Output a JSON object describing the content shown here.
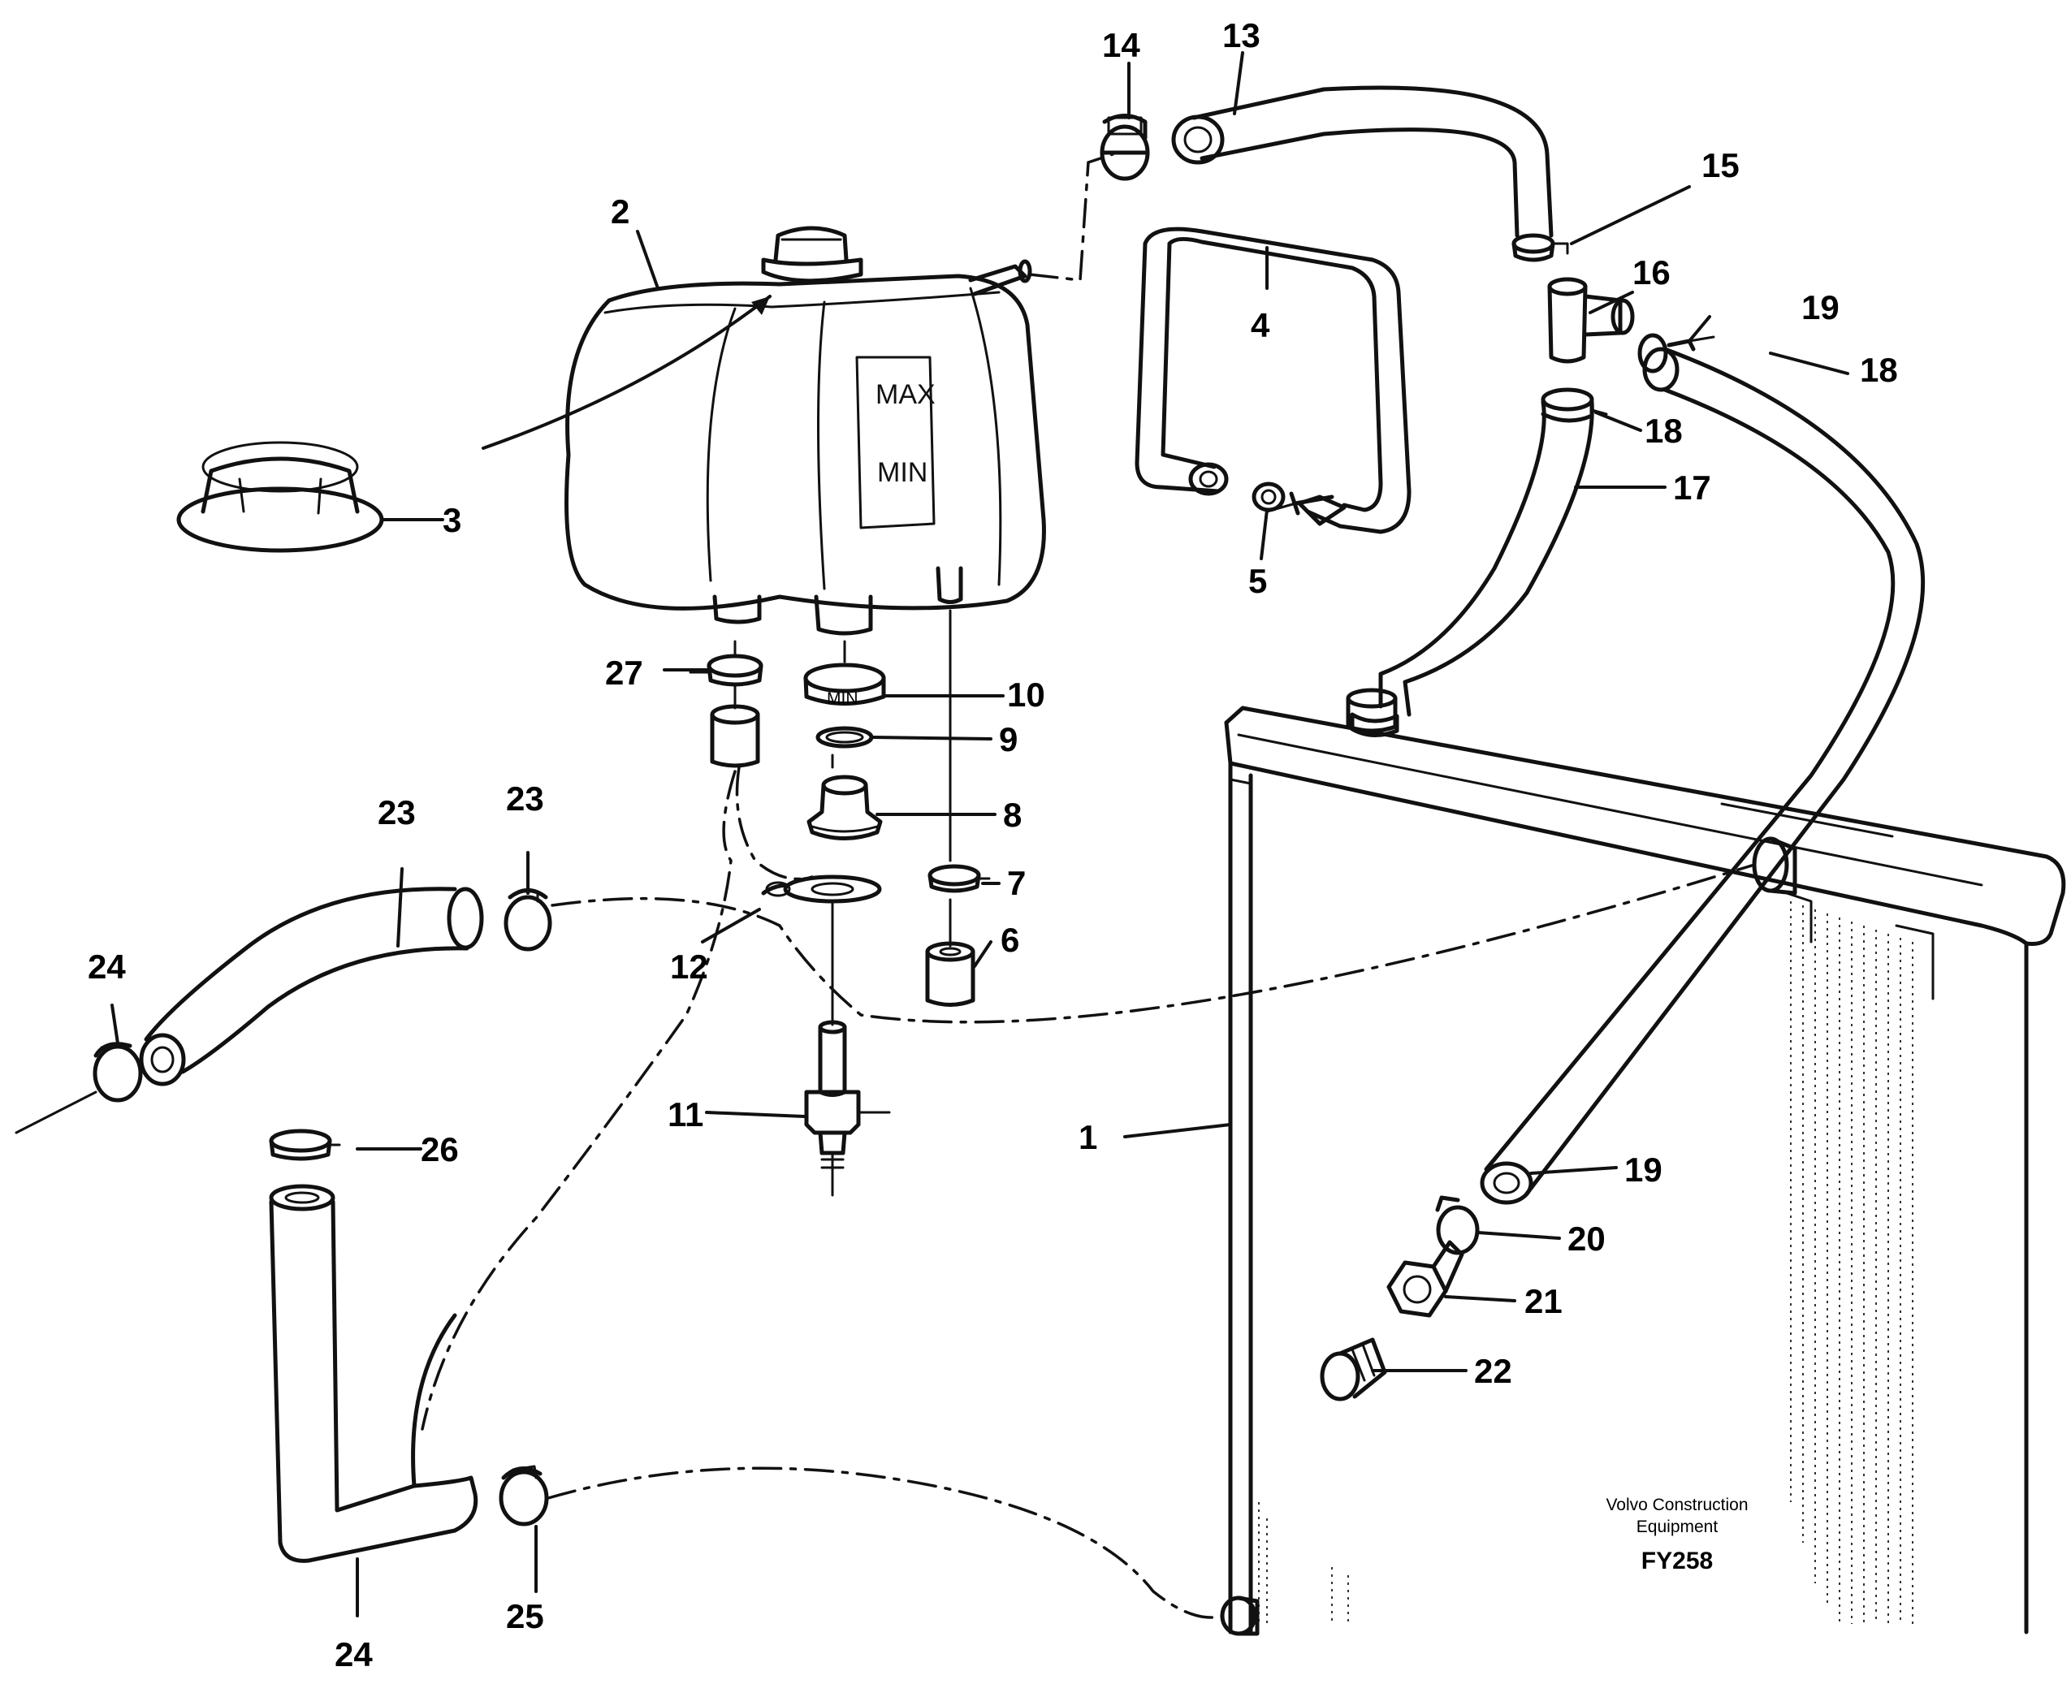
{
  "drawing": {
    "company_line1": "Volvo Construction",
    "company_line2": "Equipment",
    "figure_code": "FY258"
  },
  "tank_markings": {
    "max": "MAX",
    "min": "MIN",
    "clamp": "MIN"
  },
  "callouts": [
    {
      "id": "c1",
      "label": "1"
    },
    {
      "id": "c2",
      "label": "2"
    },
    {
      "id": "c3",
      "label": "3"
    },
    {
      "id": "c4",
      "label": "4"
    },
    {
      "id": "c5",
      "label": "5"
    },
    {
      "id": "c6",
      "label": "6"
    },
    {
      "id": "c7",
      "label": "7"
    },
    {
      "id": "c8",
      "label": "8"
    },
    {
      "id": "c9",
      "label": "9"
    },
    {
      "id": "c10",
      "label": "10"
    },
    {
      "id": "c11",
      "label": "11"
    },
    {
      "id": "c12",
      "label": "12"
    },
    {
      "id": "c13",
      "label": "13"
    },
    {
      "id": "c14a",
      "label": "14"
    },
    {
      "id": "c14b",
      "label": "14"
    },
    {
      "id": "c15",
      "label": "15"
    },
    {
      "id": "c16",
      "label": "16"
    },
    {
      "id": "c17",
      "label": "17"
    },
    {
      "id": "c18a",
      "label": "18"
    },
    {
      "id": "c18b",
      "label": "18"
    },
    {
      "id": "c19a",
      "label": "19"
    },
    {
      "id": "c19b",
      "label": "19"
    },
    {
      "id": "c20",
      "label": "20"
    },
    {
      "id": "c21",
      "label": "21"
    },
    {
      "id": "c22",
      "label": "22"
    },
    {
      "id": "c23a",
      "label": "23"
    },
    {
      "id": "c23b",
      "label": "23"
    },
    {
      "id": "c24",
      "label": "24"
    },
    {
      "id": "c25",
      "label": "25"
    },
    {
      "id": "c26",
      "label": "26"
    },
    {
      "id": "c27",
      "label": "27"
    }
  ]
}
